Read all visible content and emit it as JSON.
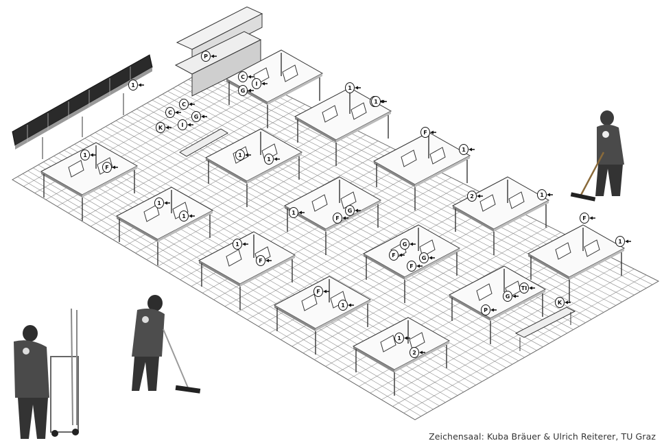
{
  "caption": "Zeichensaal: Kuba Bräuer & Ulrich Reiterer, TU Graz",
  "markers": [
    {
      "label": "1"
    },
    {
      "label": "1"
    },
    {
      "label": "1"
    },
    {
      "label": "F"
    },
    {
      "label": "1"
    },
    {
      "label": "F"
    },
    {
      "label": "1"
    },
    {
      "label": "F"
    },
    {
      "label": "1"
    },
    {
      "label": "2"
    },
    {
      "label": "1"
    },
    {
      "label": "1"
    },
    {
      "label": "1"
    },
    {
      "label": "2"
    },
    {
      "label": "G"
    },
    {
      "label": "F"
    },
    {
      "label": "F"
    },
    {
      "label": "1"
    },
    {
      "label": "1"
    },
    {
      "label": "1"
    },
    {
      "label": "G"
    },
    {
      "label": "F"
    },
    {
      "label": "G"
    },
    {
      "label": "F"
    },
    {
      "label": "1"
    },
    {
      "label": "1"
    },
    {
      "label": "TI"
    },
    {
      "label": "G"
    },
    {
      "label": "P"
    },
    {
      "label": "K"
    },
    {
      "label": "1"
    },
    {
      "label": "F"
    },
    {
      "label": "P"
    },
    {
      "label": "C"
    },
    {
      "label": "G"
    },
    {
      "label": "I"
    },
    {
      "label": "1"
    },
    {
      "label": "C"
    },
    {
      "label": "G"
    },
    {
      "label": "C"
    },
    {
      "label": "K"
    },
    {
      "label": "I"
    }
  ]
}
